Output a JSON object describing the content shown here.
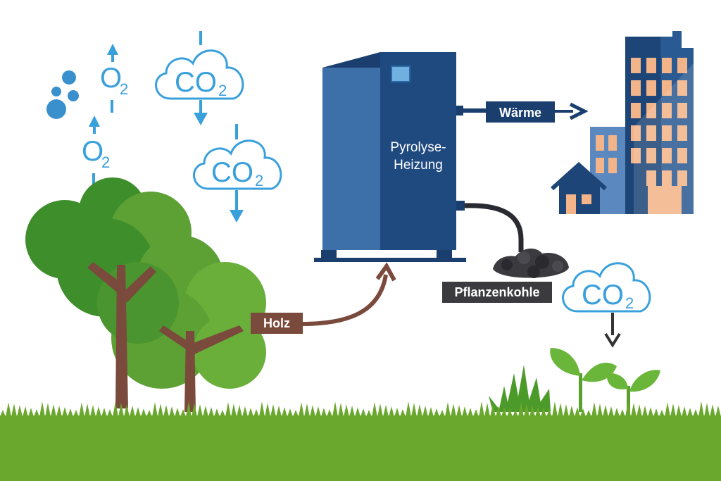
{
  "labels": {
    "oxygen": "O",
    "oxygen_sub": "2",
    "carbon_dioxide": "CO",
    "carbon_dioxide_sub": "2",
    "heater_line1": "Pyrolyse-",
    "heater_line2": "Heizung",
    "heat": "Wärme",
    "wood": "Holz",
    "biochar": "Pflanzenkohle"
  },
  "colors": {
    "sky_blue": "#3aa0dc",
    "heater_dark": "#1a3f6e",
    "heater_light": "#3d70a8",
    "building_orange": "#f2b488",
    "wood_brown": "#7a4a3c",
    "grass_green": "#6aaa2a",
    "char_dark": "#3a3a3f"
  },
  "icons": [
    "water-bubbles-icon",
    "cloud-icon",
    "arrow-icon",
    "heating-unit-icon",
    "office-building-icon",
    "house-icon",
    "tree-icon",
    "sprout-icon",
    "charcoal-pile-icon",
    "grass-icon"
  ]
}
